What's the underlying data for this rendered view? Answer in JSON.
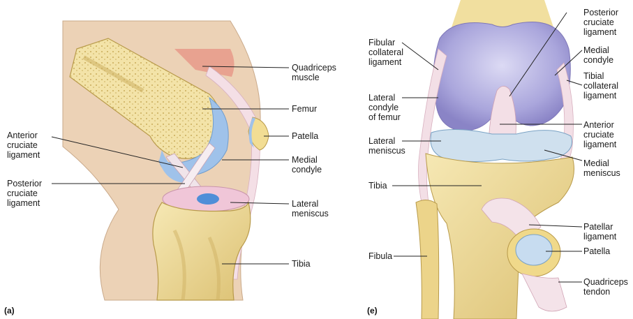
{
  "panel_a": {
    "tag": "(a)",
    "labels": {
      "quadriceps_muscle": "Quadriceps\nmuscle",
      "femur": "Femur",
      "patella": "Patella",
      "medial_condyle": "Medial\ncondyle",
      "lateral_meniscus": "Lateral\nmeniscus",
      "tibia": "Tibia",
      "anterior_cruciate": "Anterior\ncruciate\nligament",
      "posterior_cruciate": "Posterior\ncruciate\nligament"
    }
  },
  "panel_e": {
    "tag": "(e)",
    "labels": {
      "fibular_collateral": "Fibular\ncollateral\nligament",
      "lateral_condyle": "Lateral\ncondyle\nof femur",
      "lateral_meniscus": "Lateral\nmeniscus",
      "tibia": "Tibia",
      "fibula": "Fibula",
      "posterior_cruciate": "Posterior\ncruciate\nligament",
      "medial_condyle": "Medial\ncondyle",
      "tibial_collateral": "Tibial\ncollateral\nligament",
      "anterior_cruciate": "Anterior\ncruciate\nligament",
      "medial_meniscus": "Medial\nmeniscus",
      "patellar_ligament": "Patellar\nligament",
      "patella": "Patella",
      "quadriceps_tendon": "Quadriceps\ntendon"
    }
  },
  "colors": {
    "skin": "#e8cdb0",
    "bone": "#f1df9f",
    "bone_dark": "#d7bd6c",
    "cartilage_blue": "#a9c8ea",
    "condyle_lilac": "#b9b6e2",
    "meniscus_pink": "#f0c6d8",
    "ligament": "#f3dfe6",
    "muscle": "#e79a8a",
    "leader": "#222222"
  }
}
